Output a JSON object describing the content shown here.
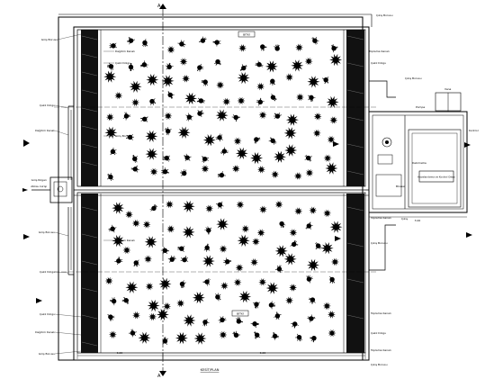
{
  "section_markers": {
    "top": "A",
    "bottom": "A"
  },
  "drawing_title": "KESİT/PLAN",
  "dimensions": {
    "left_bottom": "6.00",
    "right_bottom": "6.00",
    "equipment_room": "3.00"
  },
  "tag_upper": "BİTKİ",
  "tag_lower": "BİTKİ",
  "equipment_room_box": "Havalandırma ve Kontrol Odası",
  "left_labels": [
    "Giriş Borusu",
    "Dağıtım Kanalı",
    "Çakıl Dolgu",
    "Çakıl Dolgu",
    "Dağıtım Kanalı",
    "Giriş Borusu",
    "Giriş Borusu",
    "Dağıtım Kanalı",
    "Çakıl Dolgu",
    "Çakıl Dolgu",
    "Dağıtım Kanalı",
    "Giriş Borusu"
  ],
  "right_labels": [
    "Çıkış Borusu",
    "Toplama Kanalı",
    "Çakıl Dolgu",
    "Çıkış Borusu",
    "Toplama Kanalı",
    "Çıkış Borusu",
    "Toplama Kanalı",
    "Çakıl Dolgu",
    "Toplama Kanalı",
    "Çıkış Borusu"
  ],
  "equipment_labels": [
    "Pompa",
    "Vana",
    "Debimetre",
    "Kontrol",
    "Blower",
    "Çıkış"
  ],
  "inlet_labels": [
    "Giriş Rögarı",
    "Atıksu Girişi"
  ]
}
